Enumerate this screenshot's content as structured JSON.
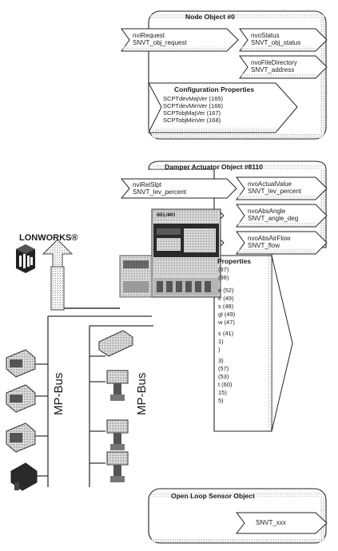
{
  "node_object": {
    "title": "Node Object #0",
    "inputs": [
      {
        "name": "nviRequest",
        "type": "SNVT_obj_request"
      }
    ],
    "outputs": [
      {
        "name": "nvoStatus",
        "type": "SNVT_obj_status"
      },
      {
        "name": "nvoFileDirectory",
        "type": "SNVT_address"
      }
    ],
    "config": {
      "title": "Configuration Properties",
      "items": [
        "SCPTdevMajVer (165)",
        "SCPTdevMinVer (166)",
        "SCPTobjMajVer (167)",
        "SCPTobjMinVer (168)"
      ]
    }
  },
  "damper_object": {
    "title": "Damper Actuator Object #8110",
    "input": {
      "name": "nviRelSlpt",
      "type": "SNVT_lev_percent"
    },
    "outputs": [
      {
        "name": "nvoActualValue",
        "type": "SNVT_lev_percent"
      },
      {
        "name": "nvoAbsAngle",
        "type": "SNVT_angle_deg"
      },
      {
        "name": "nvoAbsAirFlow",
        "type": "SNVT_flow"
      }
    ],
    "config_title_partial": "Properties",
    "config_partial": [
      "(87)",
      "(88)",
      "e (52)",
      "e (49)",
      "s (48)",
      "gl (49)",
      "w (47)",
      "s (41)",
      "1)",
      ")",
      "3)",
      "(57)",
      "(53)",
      "t (60)",
      "15)",
      "5)"
    ]
  },
  "open_loop": {
    "title": "Open Loop Sensor Object",
    "output_type": "SNVT_xxx"
  },
  "lonworks": {
    "label": "LONWORKS®"
  },
  "buses": [
    "MP-Bus",
    "MP-Bus"
  ],
  "device_panel": {
    "brand": "BELIMO"
  }
}
